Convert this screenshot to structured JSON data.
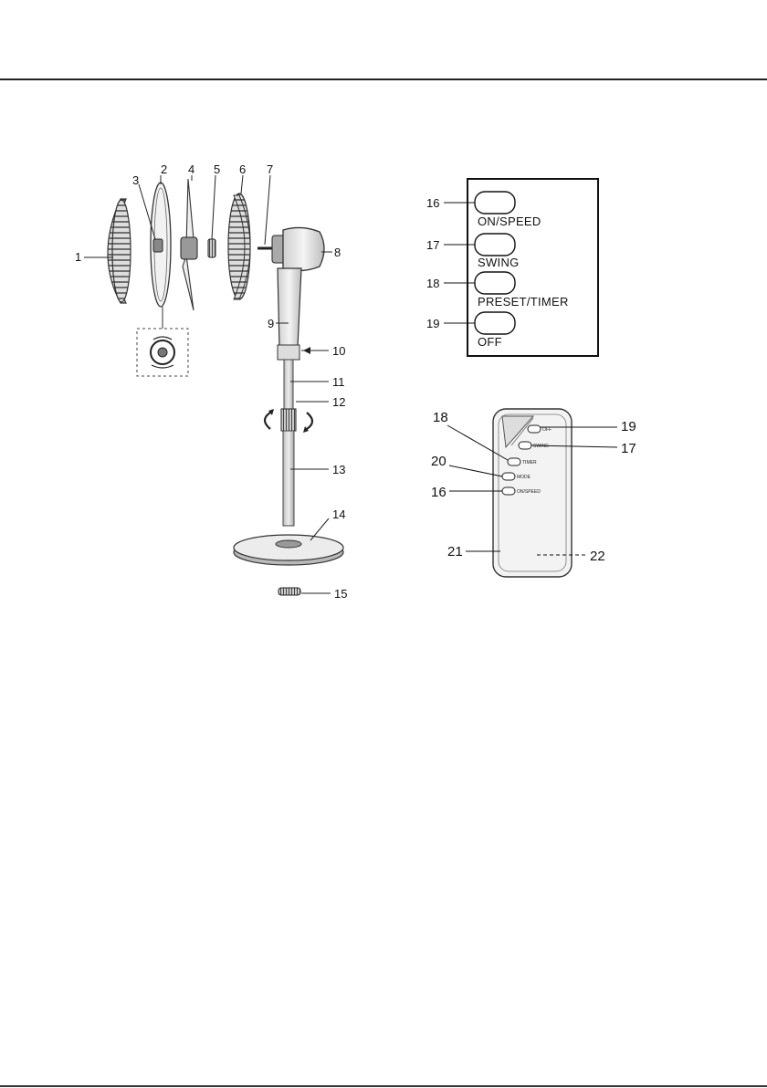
{
  "fan_parts": {
    "labels": [
      "1",
      "2",
      "3",
      "4",
      "5",
      "6",
      "7",
      "8",
      "9",
      "10",
      "11",
      "12",
      "13",
      "14",
      "15"
    ]
  },
  "control_panel": {
    "buttons": [
      {
        "number": "16",
        "label": "ON/SPEED"
      },
      {
        "number": "17",
        "label": "SWING"
      },
      {
        "number": "18",
        "label": "PRESET/TIMER"
      },
      {
        "number": "19",
        "label": "OFF"
      }
    ]
  },
  "remote": {
    "button_labels": [
      "OFF",
      "SWING",
      "TIMER",
      "MODE",
      "ON/SPEED"
    ],
    "callouts": [
      "19",
      "17",
      "18",
      "20",
      "16",
      "21",
      "22"
    ]
  }
}
